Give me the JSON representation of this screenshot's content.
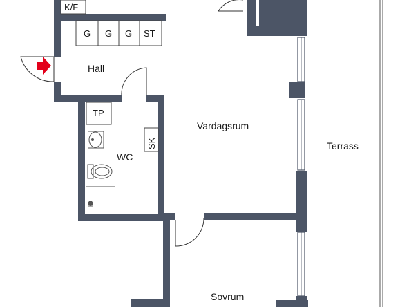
{
  "rooms": {
    "hall": "Hall",
    "vardagsrum": "Vardagsrum",
    "wc": "WC",
    "terrass": "Terrass",
    "sovrum": "Sovrum"
  },
  "fixtures": {
    "kf": "K/F",
    "g1": "G",
    "g2": "G",
    "g3": "G",
    "st": "ST",
    "tp": "TP",
    "sk": "SK"
  },
  "colors": {
    "wall": "#4c5566",
    "entrance_arrow": "#e3001b",
    "line": "#333333"
  },
  "icons": {
    "entrance": "entrance-arrow-icon",
    "sink": "sink-icon",
    "toilet": "toilet-icon",
    "shower": "shower-icon"
  }
}
